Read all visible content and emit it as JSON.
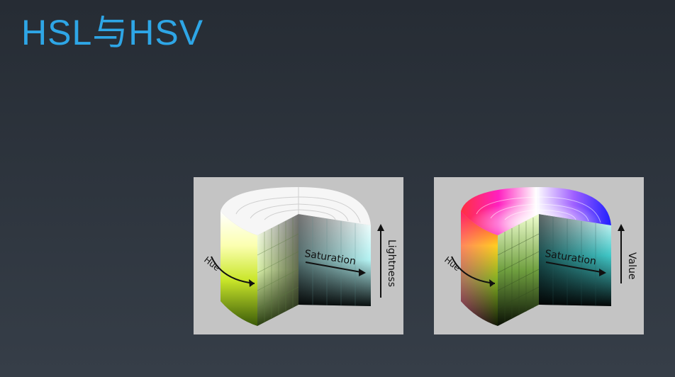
{
  "slide": {
    "title": "HSL与HSV"
  },
  "figures": [
    {
      "model": "HSL",
      "labels": {
        "hue": "Hue",
        "saturation": "Saturation",
        "axis": "Lightness"
      }
    },
    {
      "model": "HSV",
      "labels": {
        "hue": "Hue",
        "saturation": "Saturation",
        "axis": "Value"
      }
    }
  ]
}
